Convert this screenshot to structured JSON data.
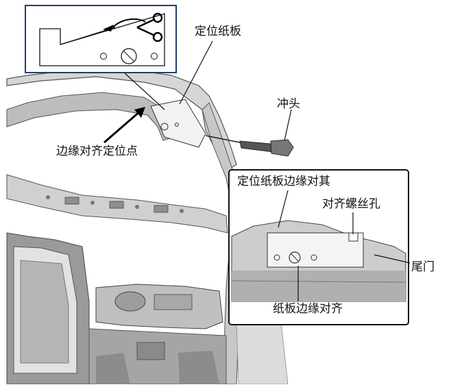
{
  "labels": {
    "positioning_board": "定位纸板",
    "punch": "冲头",
    "edge_align_point": "边缘对齐定位点",
    "board_edge_align_detail": "定位纸板边缘对其",
    "align_screw_hole": "对齐螺丝孔",
    "tailgate": "尾门",
    "board_edge_align": "纸板边缘对齐"
  },
  "colors": {
    "inset_border_top": "#1f3d6b",
    "inset_border_detail": "#111111",
    "line": "#111111",
    "body_fill": "#cfcfcf",
    "body_shadow": "#8a8a8a"
  },
  "icons": {
    "cut": "scissors-icon"
  }
}
